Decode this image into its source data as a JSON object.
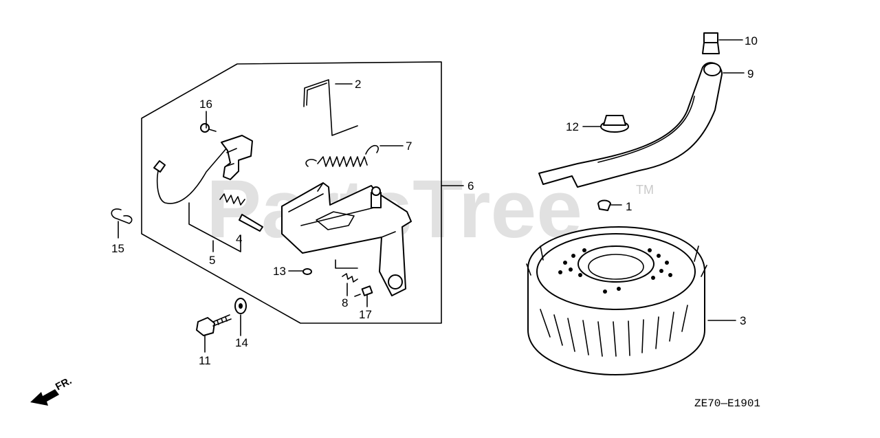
{
  "watermark": {
    "text": "PartsTree",
    "trademark": "TM"
  },
  "diagram_code": "ZE70—E1901",
  "direction_label": "FR.",
  "callouts": {
    "c1": "1",
    "c2": "2",
    "c3": "3",
    "c4": "4",
    "c5": "5",
    "c6": "6",
    "c7": "7",
    "c8": "8",
    "c9": "9",
    "c10": "10",
    "c11": "11",
    "c12": "12",
    "c13": "13",
    "c14": "14",
    "c15": "15",
    "c16": "16",
    "c17": "17"
  }
}
